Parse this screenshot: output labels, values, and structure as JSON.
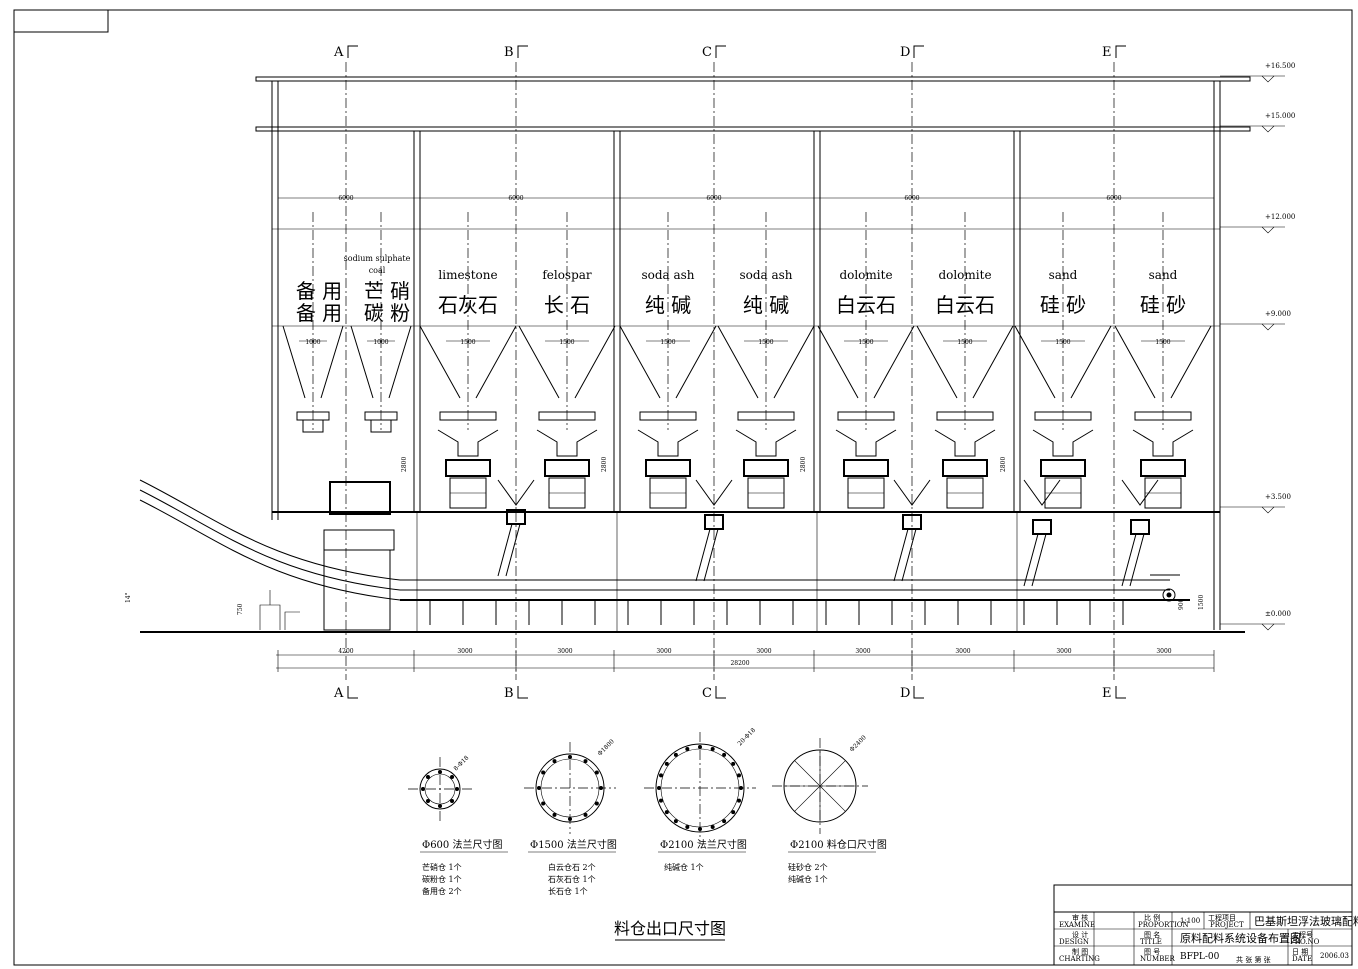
{
  "sections": [
    "A",
    "B",
    "C",
    "D",
    "E"
  ],
  "elevations": [
    "+16.500",
    "+15.000",
    "+12.000",
    "+9.000",
    "+3.500",
    "±0.000"
  ],
  "top_dims": [
    "6000",
    "6000",
    "6000",
    "6000",
    "6000"
  ],
  "bottom_dims": [
    "4200",
    "3000",
    "3000",
    "3000",
    "3000",
    "3000",
    "3000",
    "3000",
    "3000"
  ],
  "total_dim": "28200",
  "silos": [
    {
      "en": "",
      "cn_top": "备 用",
      "cn_bot": "备 用"
    },
    {
      "en": "sodium sulphate",
      "en2": "coal",
      "cn_top": "芒 硝",
      "cn_bot": "碳 粉"
    },
    {
      "en": "limestone",
      "cn": "石灰石"
    },
    {
      "en": "felospar",
      "cn": "长 石"
    },
    {
      "en": "soda ash",
      "cn": "纯 碱"
    },
    {
      "en": "soda ash",
      "cn": "纯 碱"
    },
    {
      "en": "dolomite",
      "cn": "白云石"
    },
    {
      "en": "dolomite",
      "cn": "白云石"
    },
    {
      "en": "sand",
      "cn": "硅 砂"
    },
    {
      "en": "sand",
      "cn": "硅 砂"
    }
  ],
  "hopper_dims": [
    "1000",
    "1000",
    "1500",
    "1500",
    "1500",
    "1500",
    "1500",
    "1500",
    "1500",
    "1500"
  ],
  "side_dims": [
    "2800",
    "2800",
    "2800",
    "2800"
  ],
  "slope_label": "14°",
  "slope_dim": "750",
  "conv_dims": [
    "900",
    "1500"
  ],
  "flanges": [
    {
      "title": "Φ600  法兰尺寸图",
      "items": [
        "芒硝仓 1个",
        "碳粉仓 1个",
        "备用仓 2个"
      ],
      "note": "8-Φ18"
    },
    {
      "title": "Φ1500  法兰尺寸图",
      "items": [
        "白云仓石 2个",
        "石灰石仓 1个",
        "长石仓  1个"
      ],
      "note": "Φ1800"
    },
    {
      "title": "Φ2100  法兰尺寸图",
      "items": [
        "纯碱仓 1个"
      ],
      "note": "20-Φ18"
    },
    {
      "title": "Φ2100  料仓口尺寸图",
      "items": [
        "硅砂仓 2个",
        "纯碱仓 1个"
      ],
      "note": "Φ2400"
    }
  ],
  "main_caption": "料仓出口尺寸图",
  "title_block": {
    "client": "巴基斯坦浮法玻璃配料",
    "drawing_title": "原料配料系统设备布置图",
    "drawing_no": "BFPL-00",
    "scale": "1:100",
    "date": "2006.03",
    "sheet": "共 张 第 张",
    "lbl_examine_cn": "审 核",
    "lbl_examine_en": "EXAMINE",
    "lbl_design_cn": "设 计",
    "lbl_design_en": "DESIGN",
    "lbl_check_cn": "制 图",
    "lbl_check_en": "CHARTING",
    "lbl_prop_cn": "比 例",
    "lbl_prop_en": "PROPORTION",
    "lbl_title_cn": "图 名",
    "lbl_title_en": "TITLE",
    "lbl_number_cn": "图 号",
    "lbl_number_en": "NUMBER",
    "lbl_project_cn": "工程项目",
    "lbl_project_en": "PROJECT",
    "lbl_prono_cn": "工程号",
    "lbl_prono_en": "PRO.NO",
    "lbl_date_cn": "日 期",
    "lbl_date_en": "DATE"
  }
}
